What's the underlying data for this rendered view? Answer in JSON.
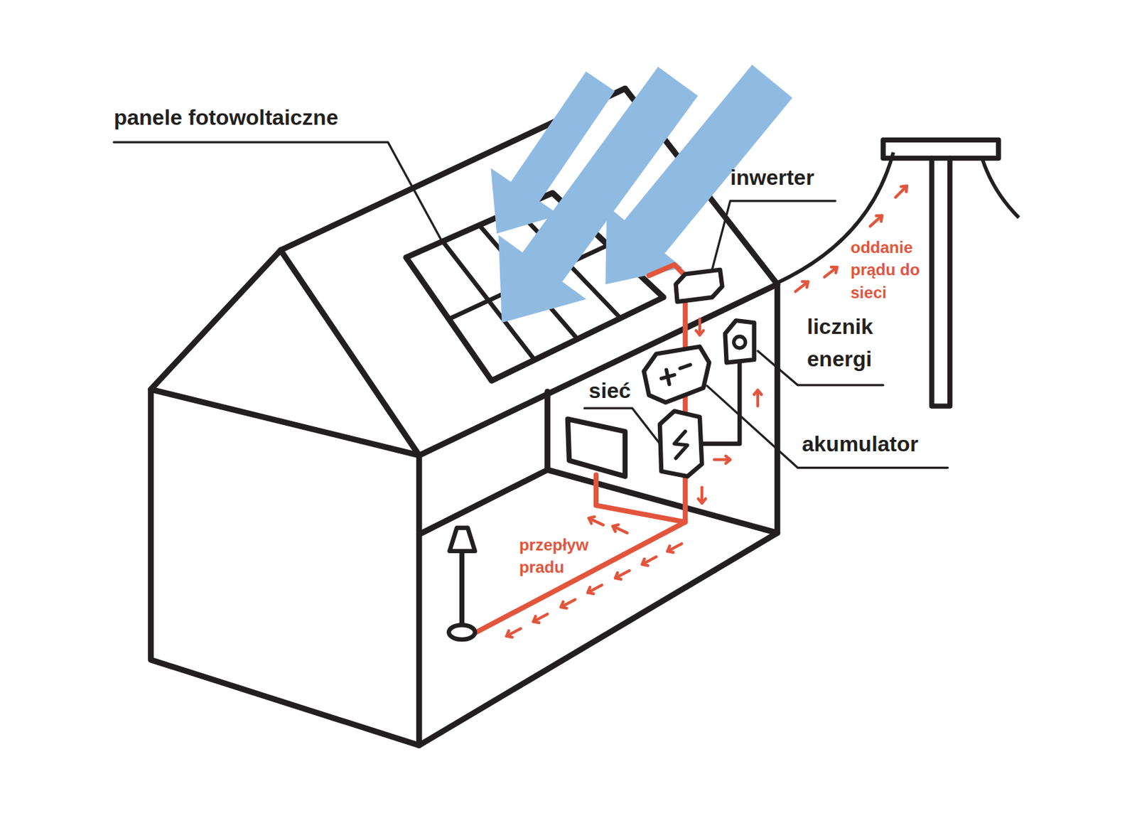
{
  "diagram": {
    "labels": [
      "panele fotowoltaiczne",
      "inwerter",
      "licznik energi",
      "sieć",
      "akumulator",
      "oddanie prądu do sieci",
      "przepływ pradu"
    ]
  }
}
